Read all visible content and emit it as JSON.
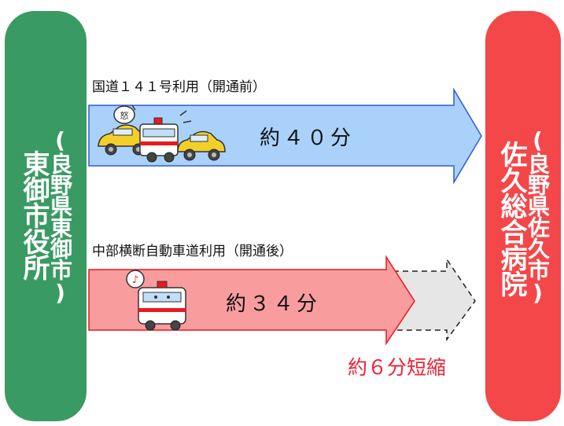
{
  "origin": {
    "name": "東御市役所",
    "location": "(良野県東御市)",
    "color": "#3a9a63"
  },
  "destination": {
    "name": "佐久総合病院",
    "location": "(良野県佐久市)",
    "color": "#f4474a"
  },
  "routes": [
    {
      "label": "国道１４１号利用（開通前）",
      "time": "約４０分",
      "arrow_color": "#a9d1fa",
      "icons": [
        "taxi-icon",
        "ambulance-siren-icon",
        "taxi-icon"
      ]
    },
    {
      "label": "中部横断自動車道利用（開通後）",
      "time": "約３４分",
      "arrow_color": "#f99c9e",
      "icons": [
        "ambulance-music-icon"
      ]
    }
  ],
  "savings": {
    "text": "約６分短縮",
    "color": "#ee2233"
  }
}
